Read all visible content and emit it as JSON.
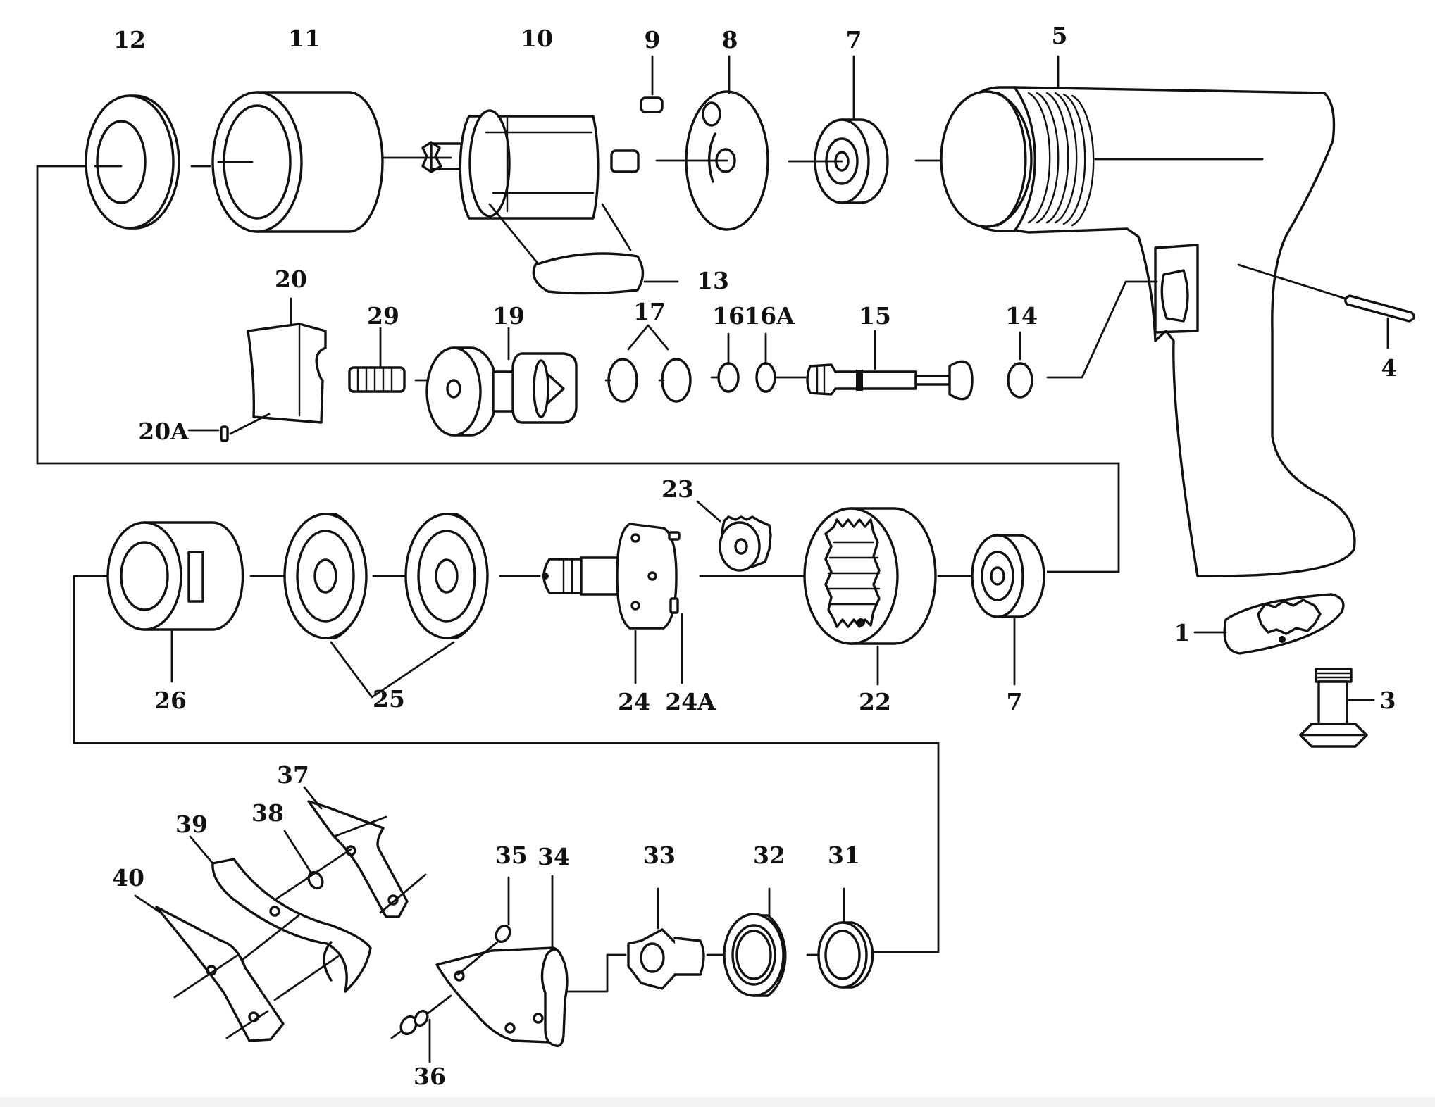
{
  "diagram": {
    "labels": {
      "p1": "1",
      "p3": "3",
      "p4": "4",
      "p5": "5",
      "p7a": "7",
      "p7b": "7",
      "p8": "8",
      "p9": "9",
      "p10": "10",
      "p11": "11",
      "p12": "12",
      "p13": "13",
      "p14": "14",
      "p15": "15",
      "p16": "16",
      "p16a": "16A",
      "p17": "17",
      "p19": "19",
      "p20": "20",
      "p20a": "20A",
      "p22": "22",
      "p23": "23",
      "p24": "24",
      "p24a": "24A",
      "p25": "25",
      "p26": "26",
      "p29": "29",
      "p31": "31",
      "p32": "32",
      "p33": "33",
      "p34": "34",
      "p35": "35",
      "p36": "36",
      "p37": "37",
      "p38": "38",
      "p39": "39",
      "p40": "40"
    }
  }
}
